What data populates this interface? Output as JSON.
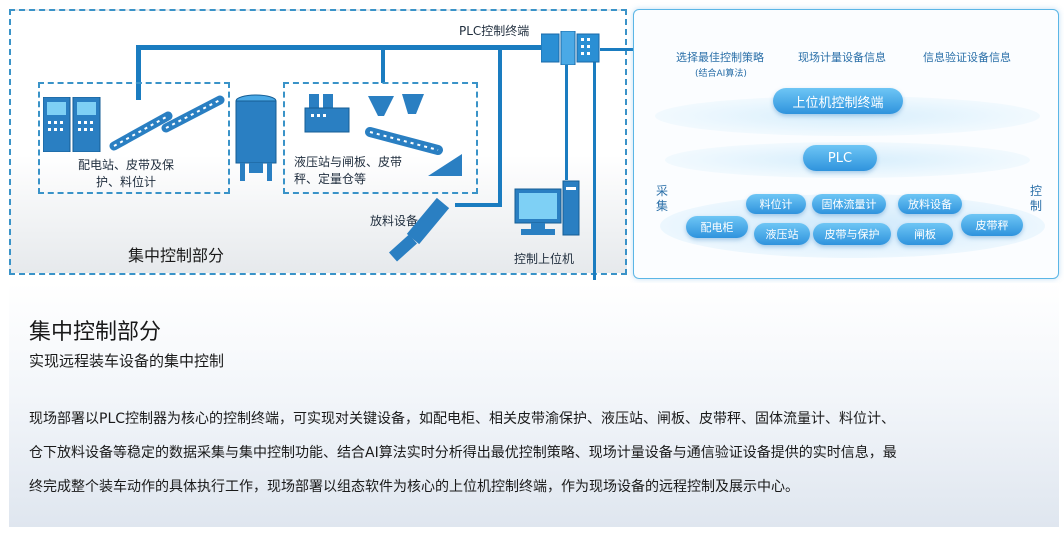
{
  "diagram": {
    "plc_terminal_label": "PLC控制终端",
    "group1_label": "配电站、皮带及保\n护、料位计",
    "group2_label": "液压站与闸板、皮带\n秤、定量仓等",
    "discharge_label": "放料设备",
    "pc_label": "控制上位机",
    "section_label": "集中控制部分"
  },
  "architecture": {
    "top_labels": [
      "选择最佳控制策略",
      "现场计量设备信息",
      "信息验证设备信息"
    ],
    "top_sublabel": "(结合AI算法)",
    "upper_terminal": "上位机控制终端",
    "plc": "PLC",
    "side_left": "采集",
    "side_right": "控制",
    "devices_row1": [
      "料位计",
      "固体流量计",
      "放料设备"
    ],
    "devices_row2": [
      "配电柜",
      "液压站",
      "皮带与保护",
      "闸板",
      "皮带秤"
    ]
  },
  "text": {
    "title": "集中控制部分",
    "subtitle": "实现远程装车设备的集中控制",
    "body_line1": "现场部署以PLC控制器为核心的控制终端，可实现对关键设备，如配电柜、相关皮带渝保护、液压站、闸板、皮带秤、固体流量计、料位计、",
    "body_line2": "仓下放料设备等稳定的数据采集与集中控制功能、结合AI算法实时分析得出最优控制策略、现场计量设备与通信验证设备提供的实时信息，最",
    "body_line3": "终完成整个装车动作的具体执行工作，现场部署以组态软件为核心的上位机控制终端，作为现场设备的远程控制及展示中心。"
  },
  "colors": {
    "accent": "#1a7cc0",
    "pill": "#2f93dd",
    "dash": "#3a93c8"
  }
}
